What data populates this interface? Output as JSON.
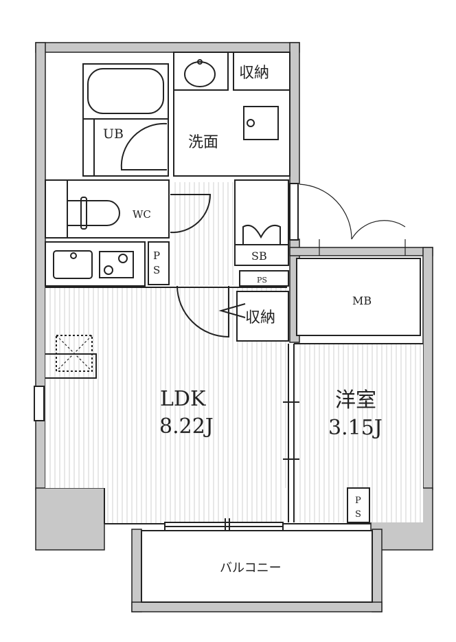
{
  "rooms": {
    "ub": "UB",
    "senmen": "洗面",
    "shuno_top": "収納",
    "wc": "WC",
    "ps_kitchen_p": "P",
    "ps_kitchen_s": "S",
    "sb": "SB",
    "ps_hall": "PS",
    "shuno_hall": "収納",
    "mb": "MB",
    "ldk_name": "LDK",
    "ldk_size": "8.22J",
    "yoshitsu_name": "洋室",
    "yoshitsu_size": "3.15J",
    "ps_room_p": "P",
    "ps_room_s": "S",
    "balcony": "バルコニー"
  }
}
